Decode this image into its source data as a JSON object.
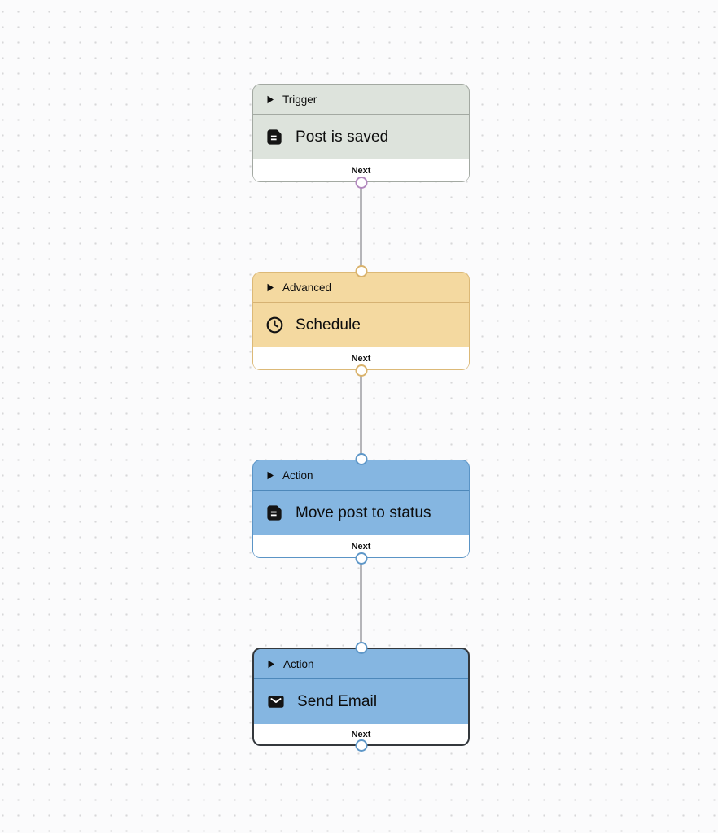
{
  "canvas": {
    "background": "#fbfbfc",
    "dot_color": "#d7d7d9"
  },
  "connectors": {
    "line_color": "#b5b5b9"
  },
  "nodes": [
    {
      "category": "Trigger",
      "title": "Post is saved",
      "icon": "document-icon",
      "footer_label": "Next",
      "selected": false,
      "colors": {
        "bg": "#dde3dc",
        "border": "#a3a9a2",
        "divider": "#a3a9a2",
        "port": "#b287be"
      }
    },
    {
      "category": "Advanced",
      "title": "Schedule",
      "icon": "clock-icon",
      "footer_label": "Next",
      "selected": false,
      "colors": {
        "bg": "#f4d9a0",
        "border": "#dcb977",
        "divider": "#d6b273",
        "port": "#d9b26b"
      }
    },
    {
      "category": "Action",
      "title": "Move post to status",
      "icon": "document-icon",
      "footer_label": "Next",
      "selected": false,
      "colors": {
        "bg": "#85b6e1",
        "border": "#5a94c6",
        "divider": "#4d88ba",
        "port": "#5e97c8"
      }
    },
    {
      "category": "Action",
      "title": "Send Email",
      "icon": "envelope-icon",
      "footer_label": "Next",
      "selected": true,
      "colors": {
        "bg": "#85b6e1",
        "border": "#34383c",
        "divider": "#4d88ba",
        "port": "#5e97c8"
      }
    }
  ]
}
